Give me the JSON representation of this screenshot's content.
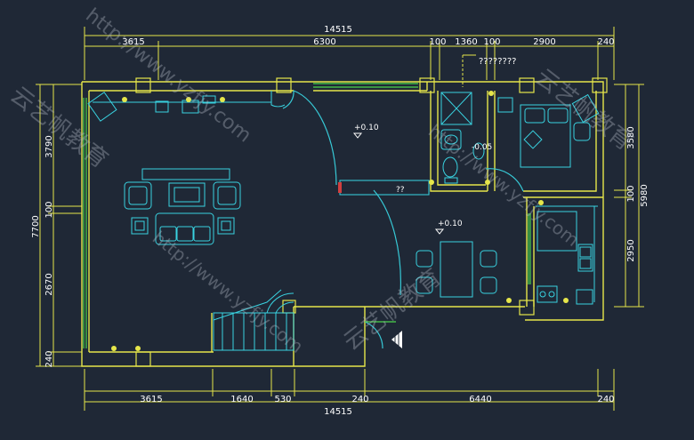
{
  "plan": {
    "dims_top_total": "14515",
    "dims_top": [
      "3615",
      "6300",
      "100",
      "1360",
      "100",
      "2900",
      "240"
    ],
    "dims_bottom": [
      "3615",
      "1640",
      "530",
      "240",
      "6440",
      "240"
    ],
    "dims_bottom_total": "14515",
    "dims_left": [
      "3790",
      "100",
      "2670",
      "240"
    ],
    "dims_left_total": "7700",
    "dims_right": [
      "3580",
      "100",
      "2950"
    ],
    "dims_right_total": "5980",
    "level_a": "+0.10",
    "level_b": "+0.10",
    "level_c": "-0.05",
    "note_top": "????????",
    "note_mid": "??"
  },
  "watermark": {
    "url": "http://www.yzfjy.com",
    "brand": "云艺帆教育"
  },
  "colors": {
    "background": "#1f2836",
    "wall": "#e6e64a",
    "door": "#37c9d6",
    "furniture": "#39d2e0",
    "dimension": "#e6e64a",
    "column": "#e6e64a"
  }
}
